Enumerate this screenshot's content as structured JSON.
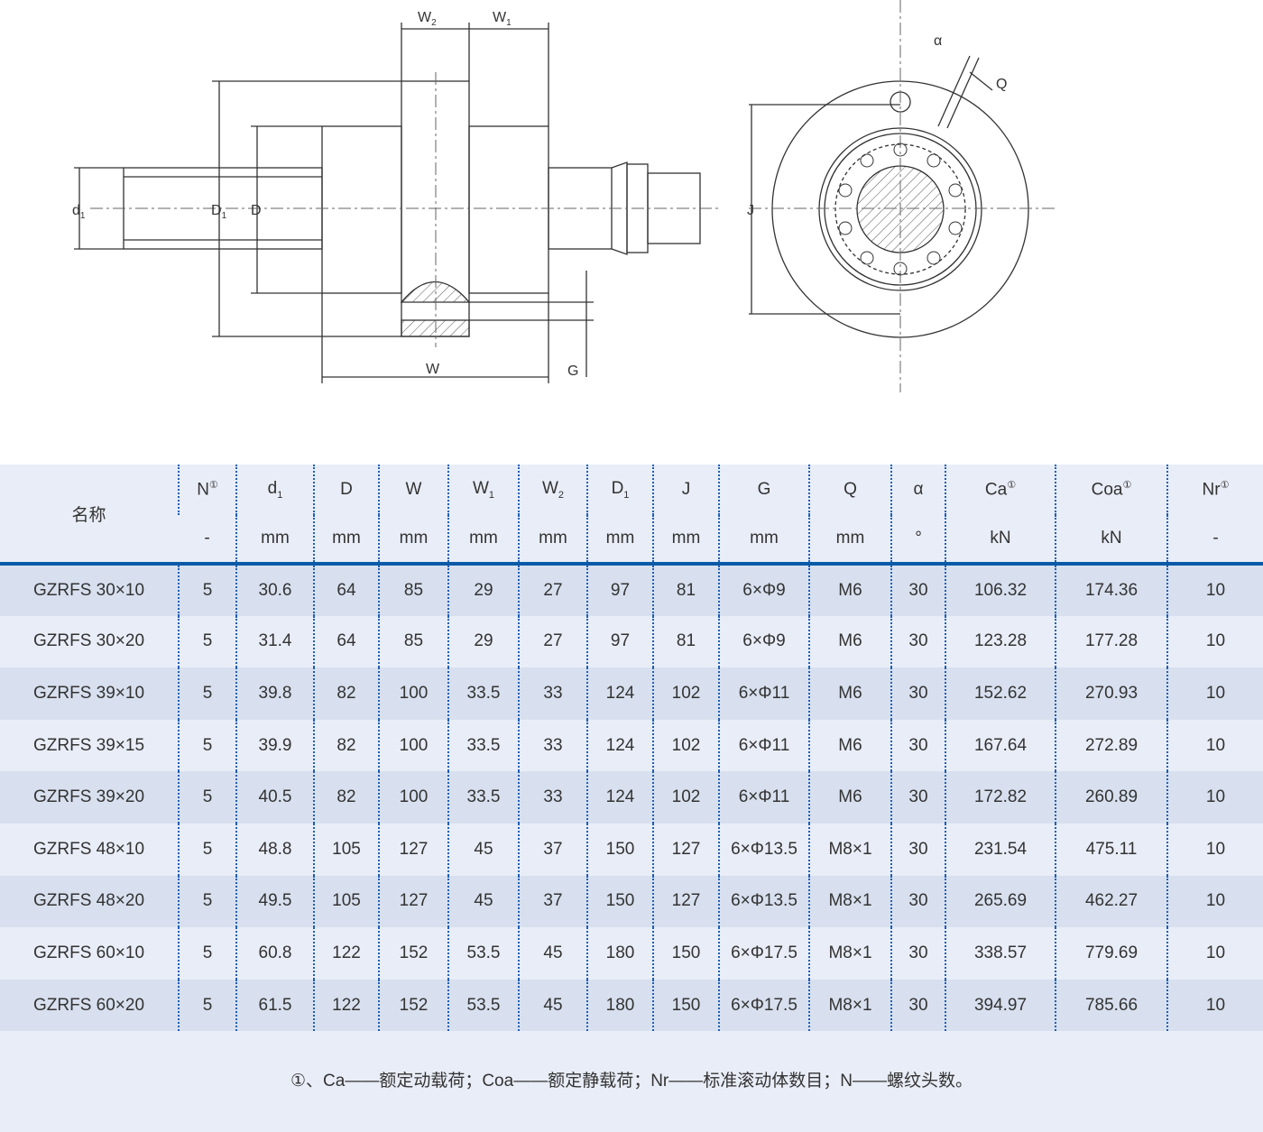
{
  "drawing": {
    "labels": {
      "W2": "W",
      "W2_sub": "2",
      "W1": "W",
      "W1_sub": "1",
      "d1": "d",
      "d1_sub": "1",
      "D1": "D",
      "D1_sub": "1",
      "D": "D",
      "J": "J",
      "alpha": "α",
      "Q": "Q",
      "W": "W",
      "G": "G"
    }
  },
  "table": {
    "headers": [
      {
        "name": "名称",
        "unit": ""
      },
      {
        "name": "N",
        "sup": "①",
        "unit": "-"
      },
      {
        "name": "d",
        "sub": "1",
        "unit": "mm"
      },
      {
        "name": "D",
        "unit": "mm"
      },
      {
        "name": "W",
        "unit": "mm"
      },
      {
        "name": "W",
        "sub": "1",
        "unit": "mm"
      },
      {
        "name": "W",
        "sub": "2",
        "unit": "mm"
      },
      {
        "name": "D",
        "sub": "1",
        "unit": "mm"
      },
      {
        "name": "J",
        "unit": "mm"
      },
      {
        "name": "G",
        "unit": "mm"
      },
      {
        "name": "Q",
        "unit": "mm"
      },
      {
        "name": "α",
        "unit": "°"
      },
      {
        "name": "Ca",
        "sup": "①",
        "unit": "kN"
      },
      {
        "name": "Coa",
        "sup": "①",
        "unit": "kN"
      },
      {
        "name": "Nr",
        "sup": "①",
        "unit": "-"
      }
    ],
    "rows": [
      [
        "GZRFS 30×10",
        "5",
        "30.6",
        "64",
        "85",
        "29",
        "27",
        "97",
        "81",
        "6×Φ9",
        "M6",
        "30",
        "106.32",
        "174.36",
        "10"
      ],
      [
        "GZRFS 30×20",
        "5",
        "31.4",
        "64",
        "85",
        "29",
        "27",
        "97",
        "81",
        "6×Φ9",
        "M6",
        "30",
        "123.28",
        "177.28",
        "10"
      ],
      [
        "GZRFS 39×10",
        "5",
        "39.8",
        "82",
        "100",
        "33.5",
        "33",
        "124",
        "102",
        "6×Φ11",
        "M6",
        "30",
        "152.62",
        "270.93",
        "10"
      ],
      [
        "GZRFS 39×15",
        "5",
        "39.9",
        "82",
        "100",
        "33.5",
        "33",
        "124",
        "102",
        "6×Φ11",
        "M6",
        "30",
        "167.64",
        "272.89",
        "10"
      ],
      [
        "GZRFS 39×20",
        "5",
        "40.5",
        "82",
        "100",
        "33.5",
        "33",
        "124",
        "102",
        "6×Φ11",
        "M6",
        "30",
        "172.82",
        "260.89",
        "10"
      ],
      [
        "GZRFS 48×10",
        "5",
        "48.8",
        "105",
        "127",
        "45",
        "37",
        "150",
        "127",
        "6×Φ13.5",
        "M8×1",
        "30",
        "231.54",
        "475.11",
        "10"
      ],
      [
        "GZRFS 48×20",
        "5",
        "49.5",
        "105",
        "127",
        "45",
        "37",
        "150",
        "127",
        "6×Φ13.5",
        "M8×1",
        "30",
        "265.69",
        "462.27",
        "10"
      ],
      [
        "GZRFS 60×10",
        "5",
        "60.8",
        "122",
        "152",
        "53.5",
        "45",
        "180",
        "150",
        "6×Φ17.5",
        "M8×1",
        "30",
        "338.57",
        "779.69",
        "10"
      ],
      [
        "GZRFS 60×20",
        "5",
        "61.5",
        "122",
        "152",
        "53.5",
        "45",
        "180",
        "150",
        "6×Φ17.5",
        "M8×1",
        "30",
        "394.97",
        "785.66",
        "10"
      ]
    ]
  },
  "footnote": "①、Ca——额定动载荷；Coa——额定静载荷；Nr——标准滚动体数目；N——螺纹头数。"
}
